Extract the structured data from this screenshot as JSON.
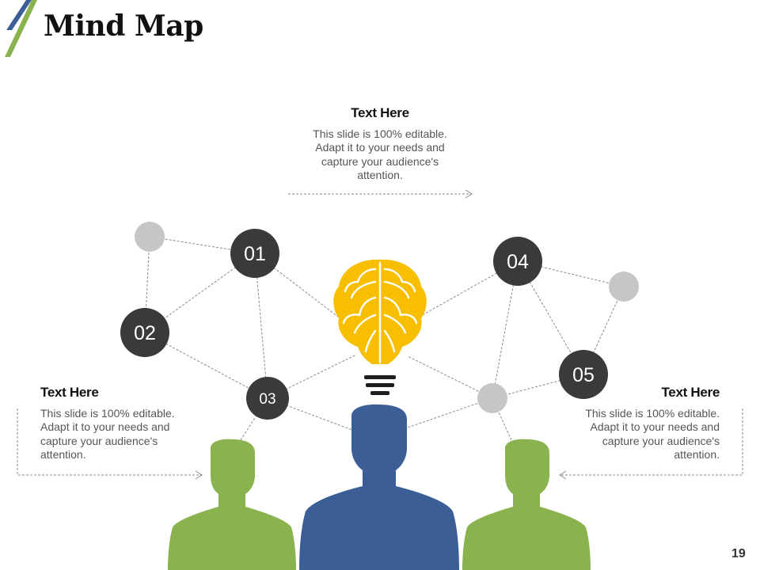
{
  "title": "Mind Map",
  "page_number": "19",
  "nodes": {
    "n01": "01",
    "n02": "02",
    "n03": "03",
    "n04": "04",
    "n05": "05"
  },
  "text_blocks": {
    "top": {
      "heading": "Text Here",
      "lines": [
        "This slide is 100% editable.",
        "Adapt it to your needs and",
        "capture your audience's",
        "attention."
      ]
    },
    "left": {
      "heading": "Text Here",
      "lines": [
        "This slide is 100% editable.",
        "Adapt it to your needs and",
        "capture your audience's",
        "attention."
      ]
    },
    "right": {
      "heading": "Text Here",
      "lines": [
        "This slide is 100% editable.",
        "Adapt it to your needs and",
        "capture your audience's",
        "attention."
      ]
    }
  },
  "colors": {
    "dark_node": "#3a3a3a",
    "gray_node": "#c6c6c6",
    "brain": "#f7bf00",
    "person_center": "#3b5e96",
    "person_side": "#8ab24e",
    "accent_blue": "#3b5e96",
    "accent_green": "#8ab24e",
    "connector": "#8a8a8a"
  },
  "icons": [
    "brain-lightbulb-icon",
    "person-silhouette-icon"
  ]
}
